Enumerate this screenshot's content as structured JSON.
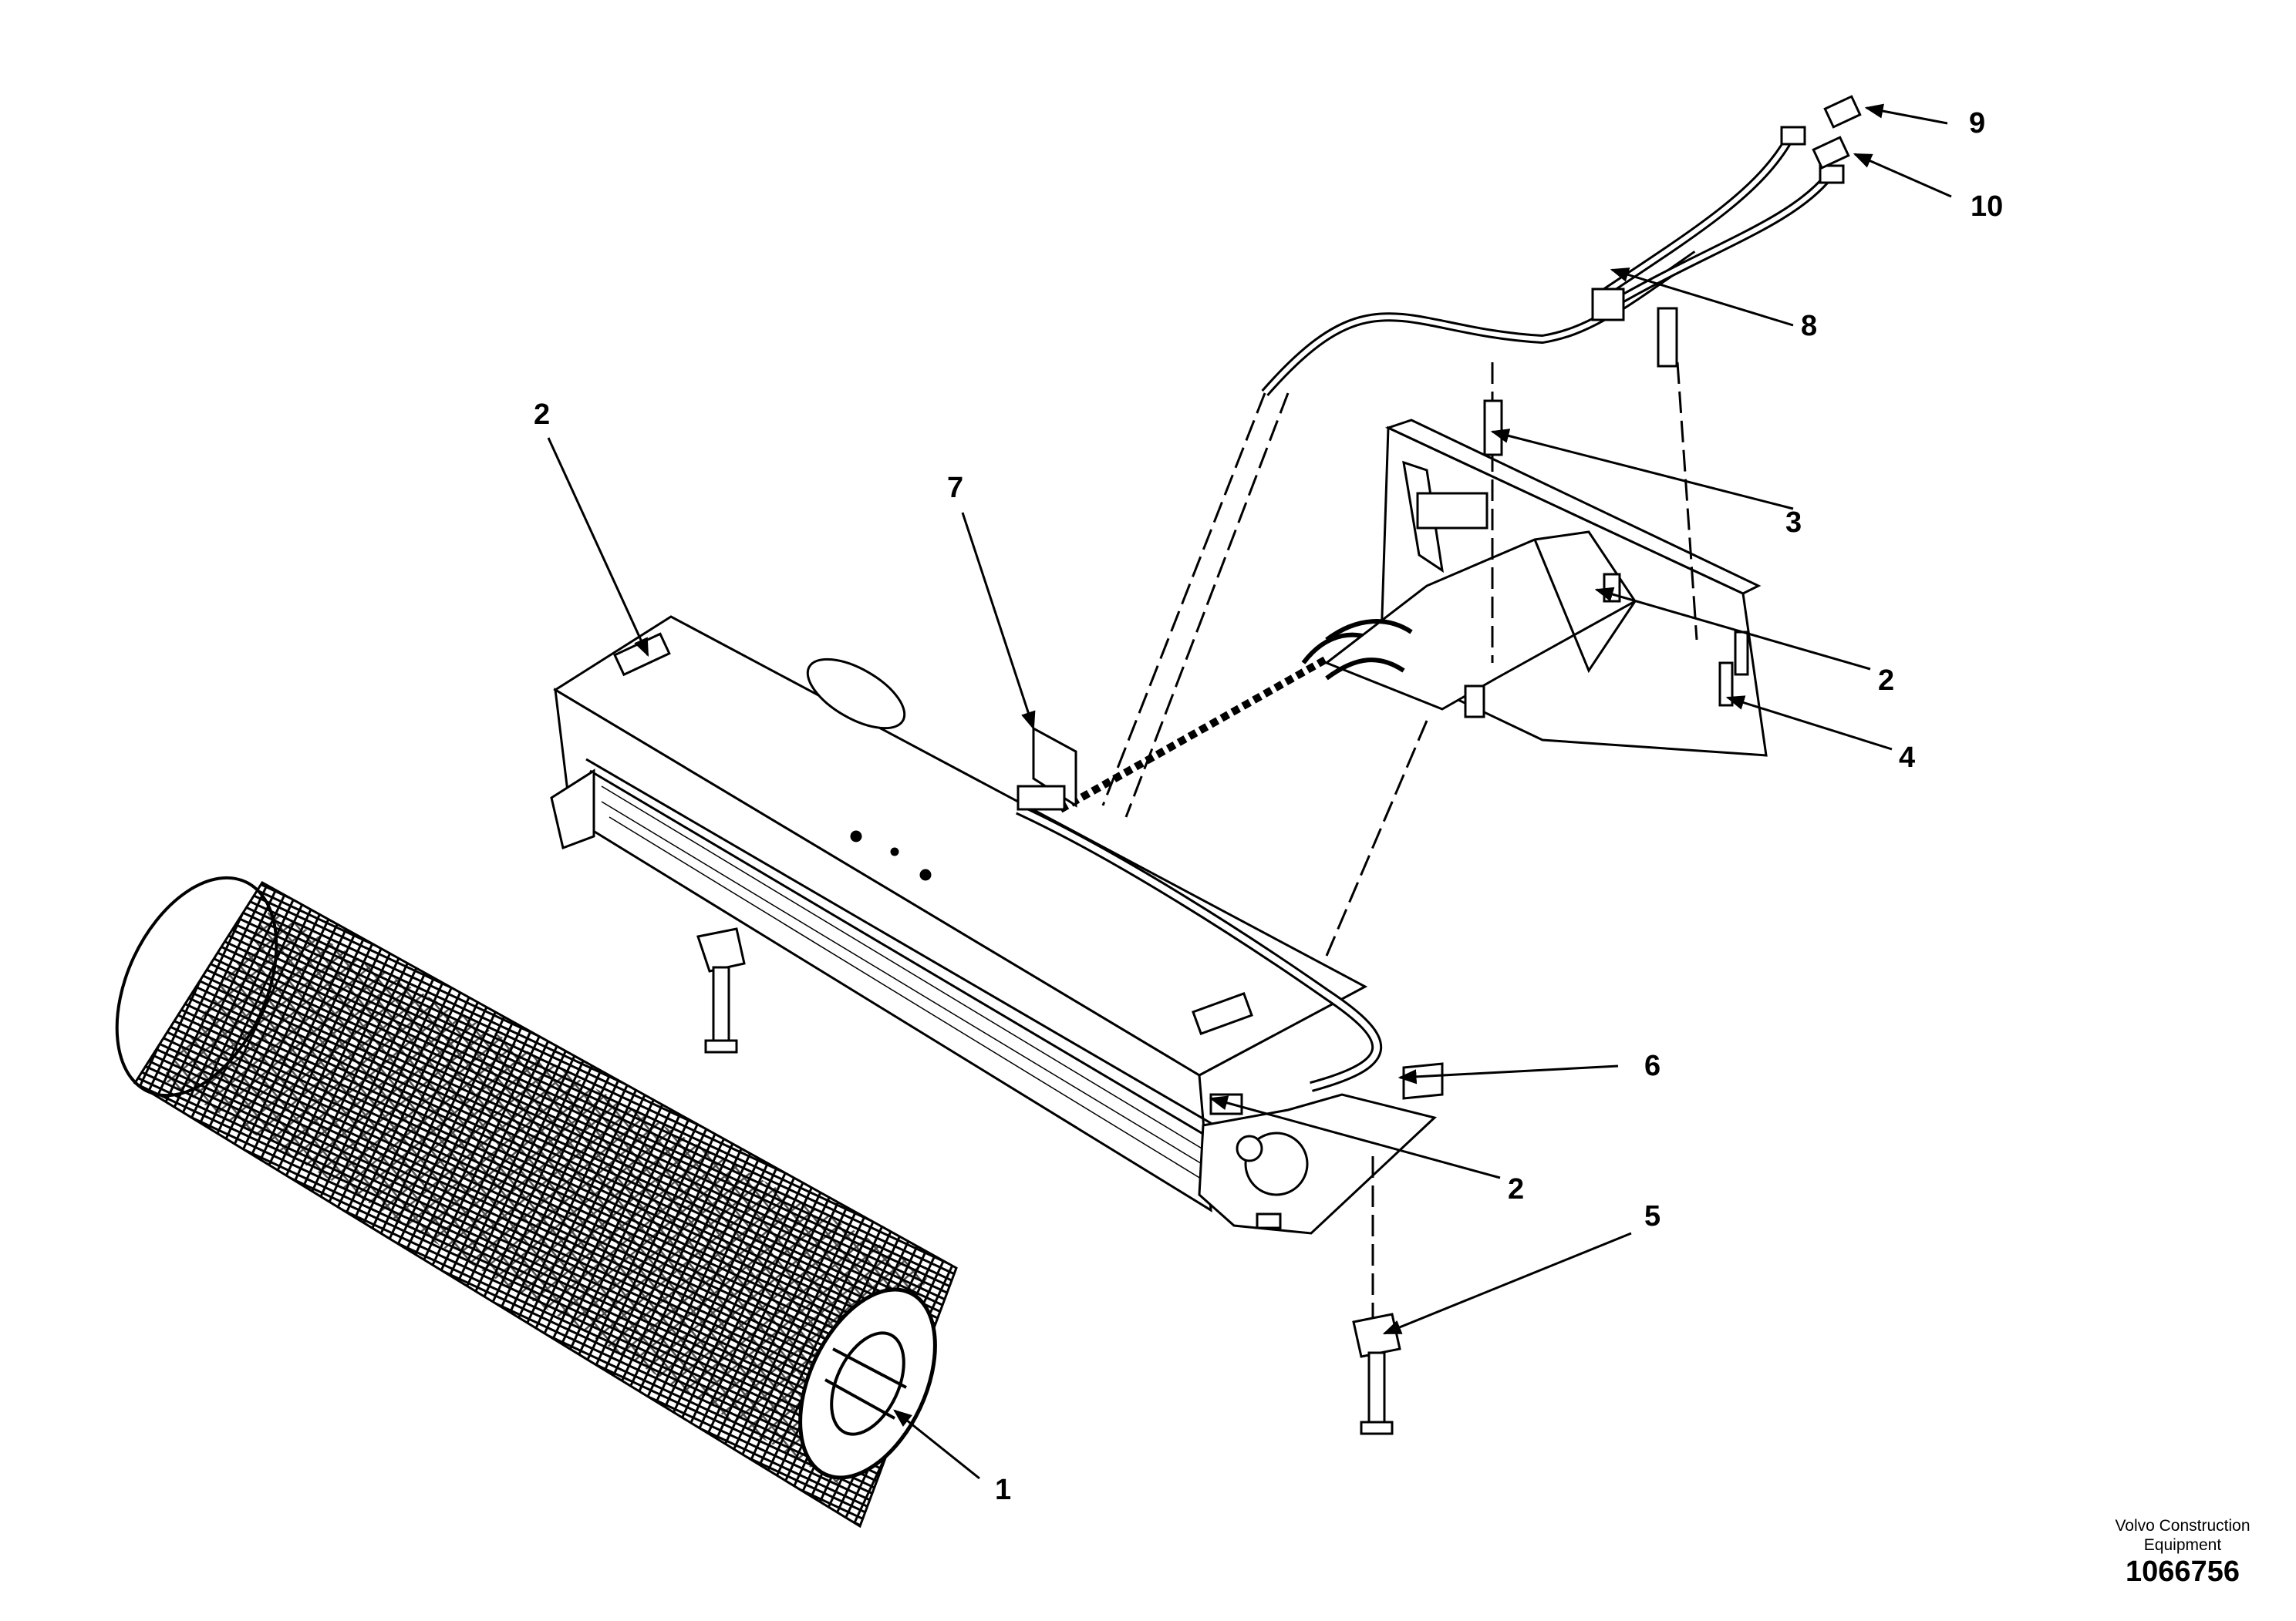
{
  "callouts": {
    "c1": "1",
    "c2a": "2",
    "c2b": "2",
    "c2c": "2",
    "c3": "3",
    "c4": "4",
    "c5": "5",
    "c6": "6",
    "c7": "7",
    "c8": "8",
    "c9": "9",
    "c10": "10"
  },
  "credit": {
    "line1": "Volvo Construction",
    "line2": "Equipment",
    "drawing_number": "1066756"
  }
}
